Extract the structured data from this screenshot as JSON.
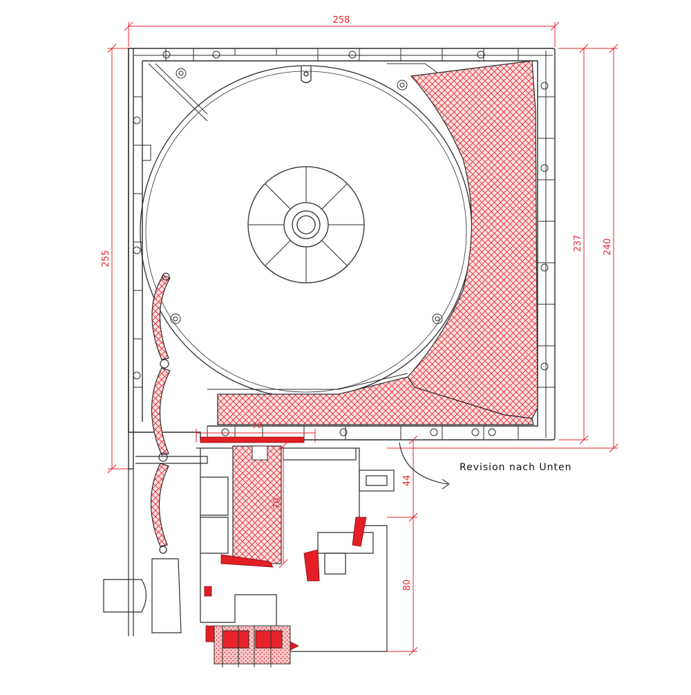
{
  "colors": {
    "line": "#2a2a2a",
    "dimension": "#e8222a",
    "insulation_hatch": "#e8222a",
    "gasket": "#e31e24",
    "background": "#ffffff"
  },
  "dimensions": {
    "width_top": "258",
    "height_left": "255",
    "height_right_inner": "237",
    "height_right_outer": "240",
    "opening_width": "70",
    "glass_depth": "70",
    "revision_height": "44",
    "lower_height": "80"
  },
  "annotations": {
    "revision": "Revision nach Unten"
  }
}
